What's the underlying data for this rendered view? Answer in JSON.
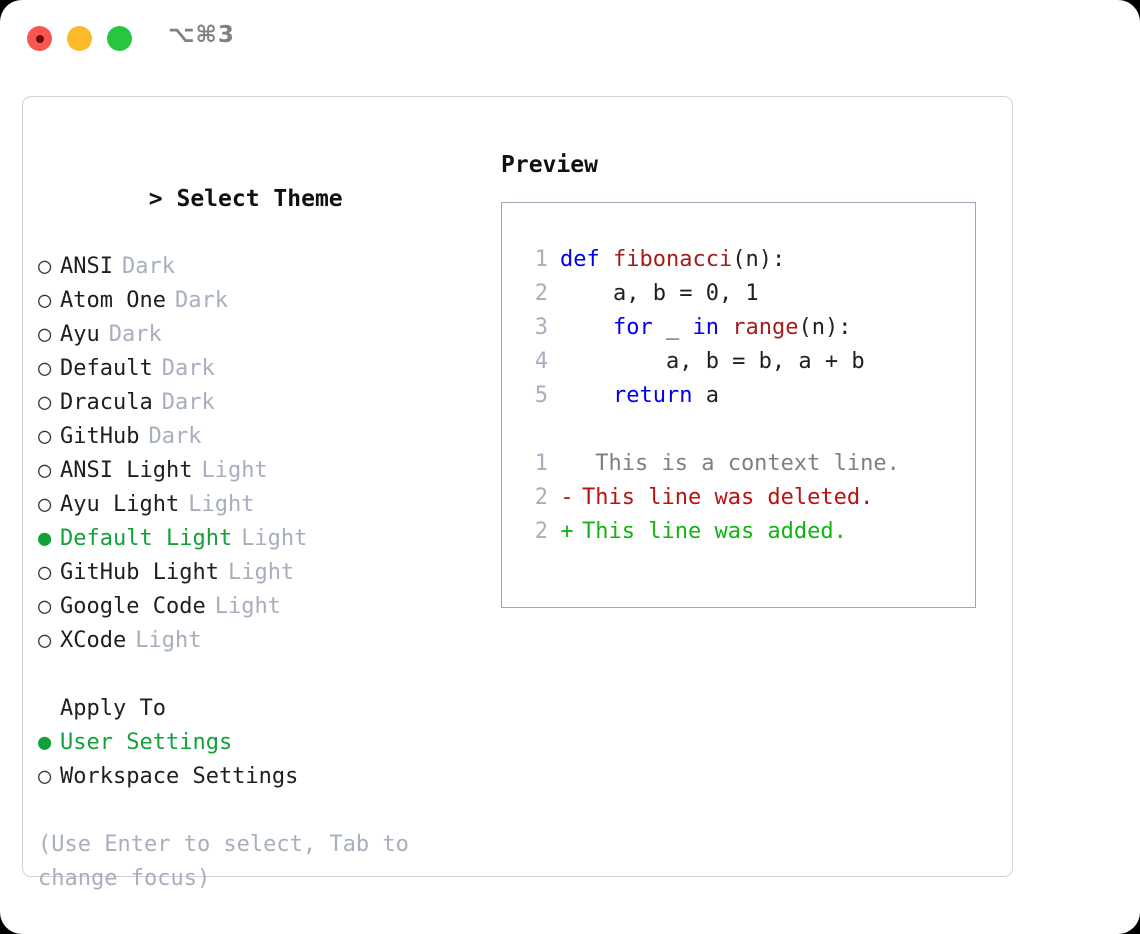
{
  "titlebar": {
    "shortcut": "⌥⌘3",
    "buttons": [
      {
        "name": "close",
        "color": "#f9564f"
      },
      {
        "name": "minimize",
        "color": "#fdb92c"
      },
      {
        "name": "zoom",
        "color": "#28c63f"
      }
    ]
  },
  "theme_section": {
    "heading_caret": "> ",
    "heading": "Select Theme",
    "marker_selected": "●",
    "marker_unselected": "○",
    "selected_color": "#13a13a",
    "items": [
      {
        "name": "ANSI",
        "tag": "Dark",
        "selected": false
      },
      {
        "name": "Atom One",
        "tag": "Dark",
        "selected": false
      },
      {
        "name": "Ayu",
        "tag": "Dark",
        "selected": false
      },
      {
        "name": "Default",
        "tag": "Dark",
        "selected": false
      },
      {
        "name": "Dracula",
        "tag": "Dark",
        "selected": false
      },
      {
        "name": "GitHub",
        "tag": "Dark",
        "selected": false
      },
      {
        "name": "ANSI Light",
        "tag": "Light",
        "selected": false
      },
      {
        "name": "Ayu Light",
        "tag": "Light",
        "selected": false
      },
      {
        "name": "Default Light",
        "tag": "Light",
        "selected": true
      },
      {
        "name": "GitHub Light",
        "tag": "Light",
        "selected": false
      },
      {
        "name": "Google Code",
        "tag": "Light",
        "selected": false
      },
      {
        "name": "XCode",
        "tag": "Light",
        "selected": false
      }
    ]
  },
  "apply_section": {
    "heading": "Apply To",
    "items": [
      {
        "name": "User Settings",
        "selected": true
      },
      {
        "name": "Workspace Settings",
        "selected": false
      }
    ]
  },
  "hint": "(Use Enter to select, Tab to change focus)",
  "preview": {
    "title": "Preview",
    "code_lines": [
      {
        "lineno": "1",
        "tokens": [
          {
            "t": "def ",
            "c": "kw"
          },
          {
            "t": "fibonacci",
            "c": "fn"
          },
          {
            "t": "(n):",
            "c": "code-text"
          }
        ]
      },
      {
        "lineno": "2",
        "tokens": [
          {
            "t": "    a, b = 0, 1",
            "c": "code-text"
          }
        ]
      },
      {
        "lineno": "3",
        "tokens": [
          {
            "t": "    ",
            "c": "code-text"
          },
          {
            "t": "for ",
            "c": "kw"
          },
          {
            "t": "_ ",
            "c": "code-text"
          },
          {
            "t": "in ",
            "c": "kw"
          },
          {
            "t": "range",
            "c": "fn"
          },
          {
            "t": "(n):",
            "c": "code-text"
          }
        ]
      },
      {
        "lineno": "4",
        "tokens": [
          {
            "t": "        a, b = b, a + b",
            "c": "code-text"
          }
        ]
      },
      {
        "lineno": "5",
        "tokens": [
          {
            "t": "    ",
            "c": "code-text"
          },
          {
            "t": "return",
            "c": "kw"
          },
          {
            "t": " a",
            "c": "code-text"
          }
        ]
      }
    ],
    "diff_lines": [
      {
        "lineno": "1",
        "marker": " ",
        "text": " This is a context line.",
        "style": "ctx"
      },
      {
        "lineno": "2",
        "marker": "-",
        "text": "This line was deleted.",
        "style": "del"
      },
      {
        "lineno": "2",
        "marker": "+",
        "text": "This line was added.",
        "style": "add"
      }
    ]
  }
}
